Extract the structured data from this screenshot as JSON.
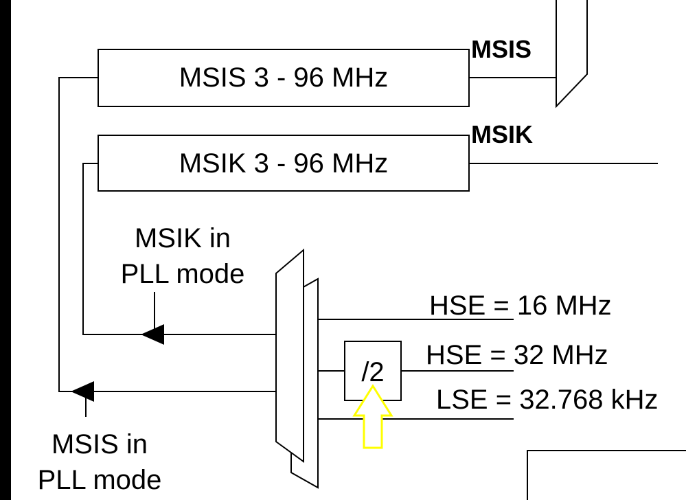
{
  "blocks": {
    "msis_osc": "MSIS 3 - 96 MHz",
    "msik_osc": "MSIK 3 - 96 MHz",
    "divider": "/2"
  },
  "outputs": {
    "msis": "MSIS",
    "msik": "MSIK"
  },
  "inputs": {
    "hse16": "HSE = 16 MHz",
    "hse32": "HSE = 32 MHz",
    "lse": "LSE = 32.768 kHz"
  },
  "labels": {
    "msik_pll_line1": "MSIK in",
    "msik_pll_line2": "PLL mode",
    "msis_pll_line1": "MSIS in",
    "msis_pll_line2": "PLL mode"
  },
  "colors": {
    "line": "#000000",
    "highlight_arrow": "#ffff00"
  },
  "icons": {
    "highlight": "up-arrow-outline-icon"
  }
}
